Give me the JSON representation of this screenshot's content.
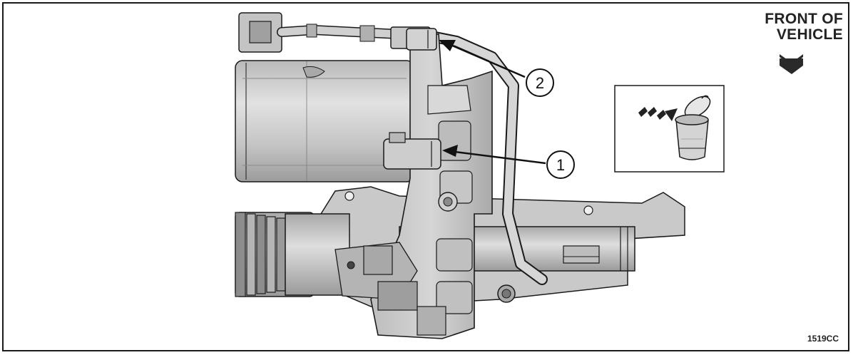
{
  "front_label": {
    "line1": "FRONT OF",
    "line2": "VEHICLE"
  },
  "callouts": [
    {
      "number": "1"
    },
    {
      "number": "2"
    }
  ],
  "figure_code": "1519CC",
  "icons": {
    "direction_arrow": "down-chevron-arrow-icon",
    "discard": "trash-can-discard-icon"
  },
  "colors": {
    "part_fill": "#cfcfcf",
    "part_shadow": "#9a9a9a",
    "line": "#1a1a1a",
    "background": "#ffffff"
  }
}
